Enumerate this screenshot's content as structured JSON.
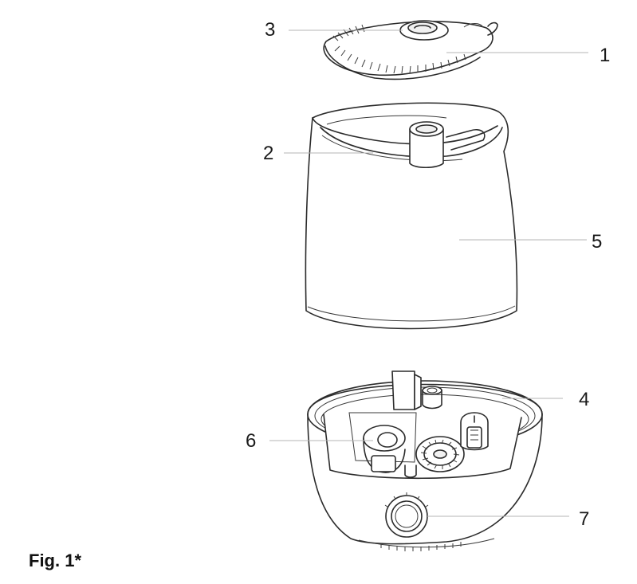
{
  "figure": {
    "caption": "Fig. 1*"
  },
  "callouts": [
    {
      "id": "1",
      "label": "1"
    },
    {
      "id": "2",
      "label": "2"
    },
    {
      "id": "3",
      "label": "3"
    },
    {
      "id": "4",
      "label": "4"
    },
    {
      "id": "5",
      "label": "5"
    },
    {
      "id": "6",
      "label": "6"
    },
    {
      "id": "7",
      "label": "7"
    }
  ],
  "parts": [
    {
      "name": "top-cover"
    },
    {
      "name": "water-tank"
    },
    {
      "name": "base-unit"
    }
  ]
}
